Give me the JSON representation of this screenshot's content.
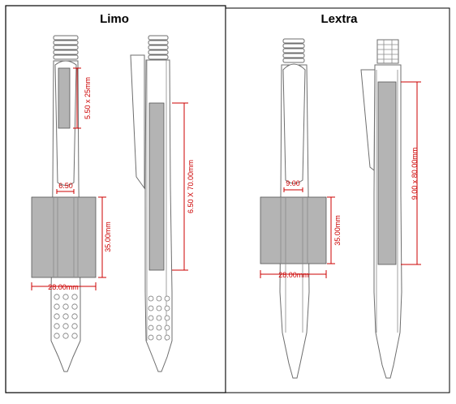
{
  "panels": {
    "limo": {
      "title": "Limo",
      "dims": {
        "clip_imprint": "5.50 x 25mm",
        "barrel_imprint_width": "6.50",
        "barrel_imprint_height": "35.00mm",
        "wrap_imprint_width": "28.00mm",
        "side_imprint": "6.50 X 70.00mm"
      }
    },
    "lextra": {
      "title": "Lextra",
      "dims": {
        "barrel_imprint_width": "9.00",
        "barrel_imprint_height": "35.00mm",
        "wrap_imprint_width": "28.00mm",
        "side_imprint": "9.00 x 80.00mm"
      }
    }
  },
  "colors": {
    "dimension": "#cc0000",
    "imprint_area": "#b4b4b4",
    "outline": "#6e6e6e"
  }
}
